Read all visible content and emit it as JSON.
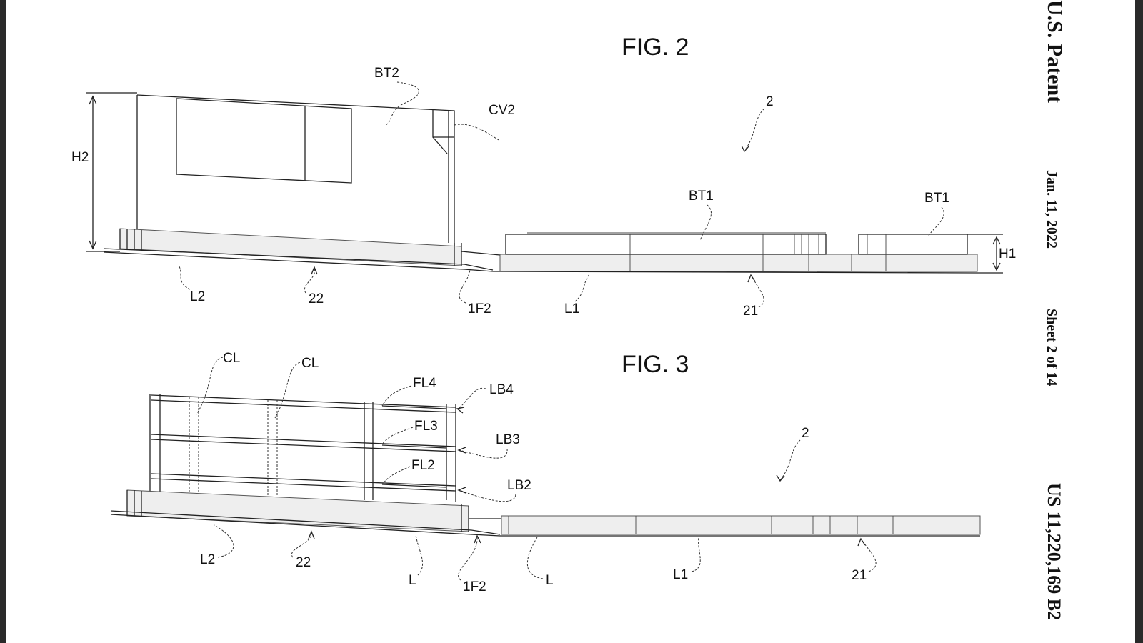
{
  "header": {
    "patent_label": "U.S. Patent",
    "date": "Jan. 11, 2022",
    "sheet": "Sheet 2 of 14",
    "patent_number": "US 11,220,169 B2"
  },
  "fig2": {
    "title": "FIG. 2",
    "labels": {
      "bt2": "BT2",
      "cv2": "CV2",
      "ref2": "2",
      "h2": "H2",
      "bt1_a": "BT1",
      "bt1_b": "BT1",
      "h1": "H1",
      "l2": "L2",
      "ref22": "22",
      "ref1f2": "1F2",
      "l1": "L1",
      "ref21": "21"
    }
  },
  "fig3": {
    "title": "FIG. 3",
    "labels": {
      "cl_a": "CL",
      "cl_b": "CL",
      "fl4": "FL4",
      "lb4": "LB4",
      "fl3": "FL3",
      "lb3": "LB3",
      "fl2": "FL2",
      "lb2": "LB2",
      "ref2": "2",
      "l2": "L2",
      "ref22": "22",
      "l_a": "L",
      "ref1f2": "1F2",
      "l_b": "L",
      "l1": "L1",
      "ref21": "21"
    }
  }
}
